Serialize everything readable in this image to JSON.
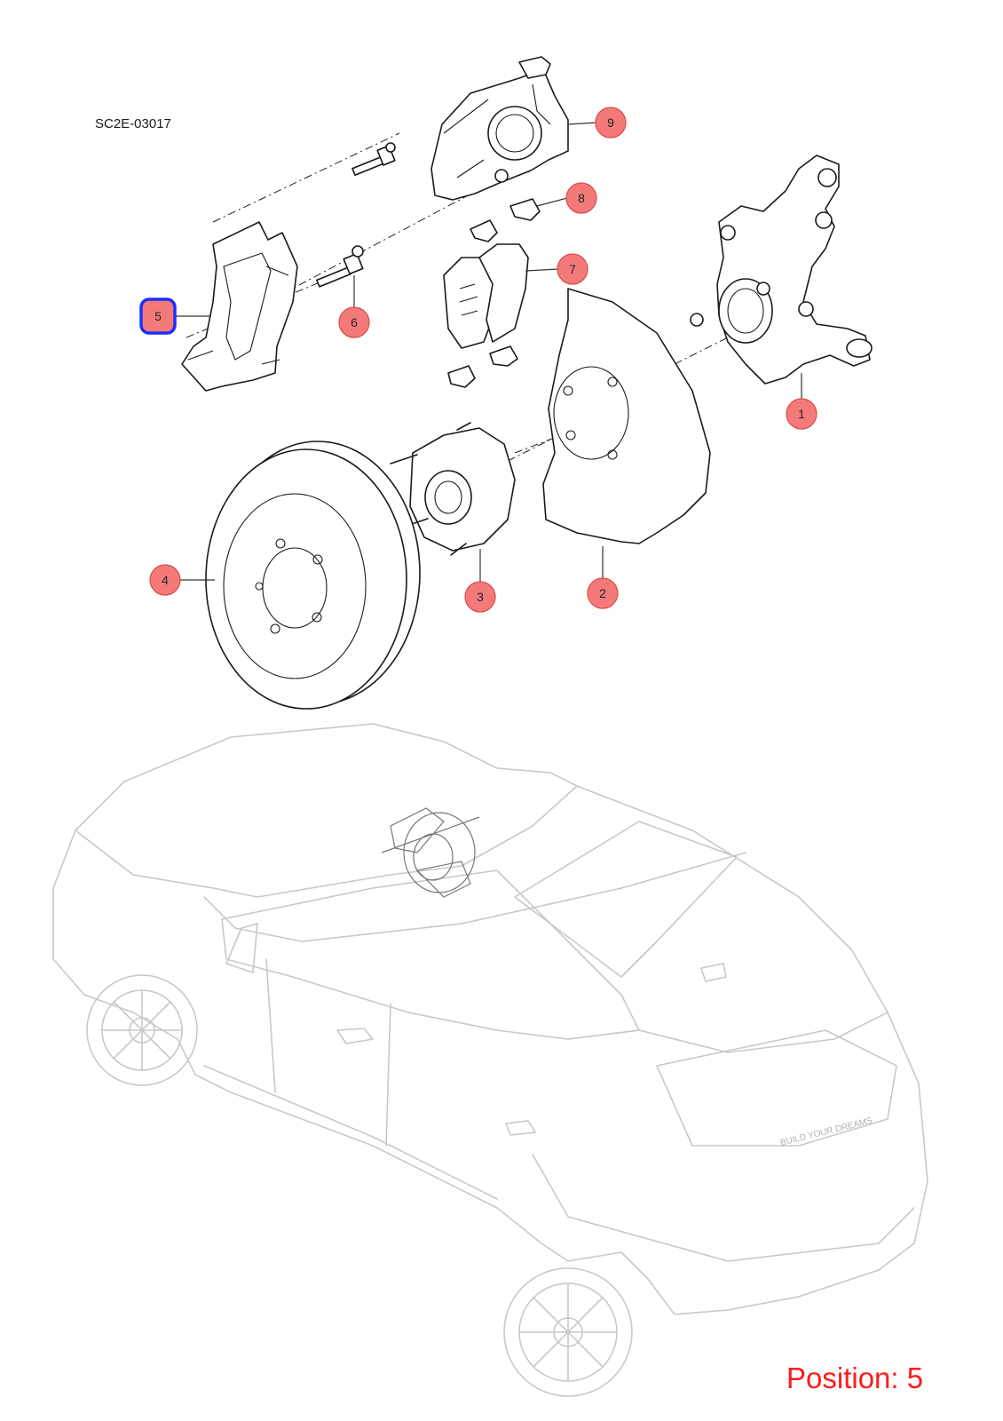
{
  "diagram_code": "SC2E-03017",
  "position_text": "Position: 5",
  "selected_callout": "5",
  "callouts": [
    "1",
    "2",
    "3",
    "4",
    "5",
    "6",
    "7",
    "8",
    "9"
  ],
  "colors": {
    "callout_fill": "#f47a7a",
    "selection_outline": "#1a2fff",
    "position_text": "#ff1a1a",
    "vehicle_outline": "#c8c8c8"
  },
  "vehicle_badge_text": "BUILD YOUR DREAMS"
}
